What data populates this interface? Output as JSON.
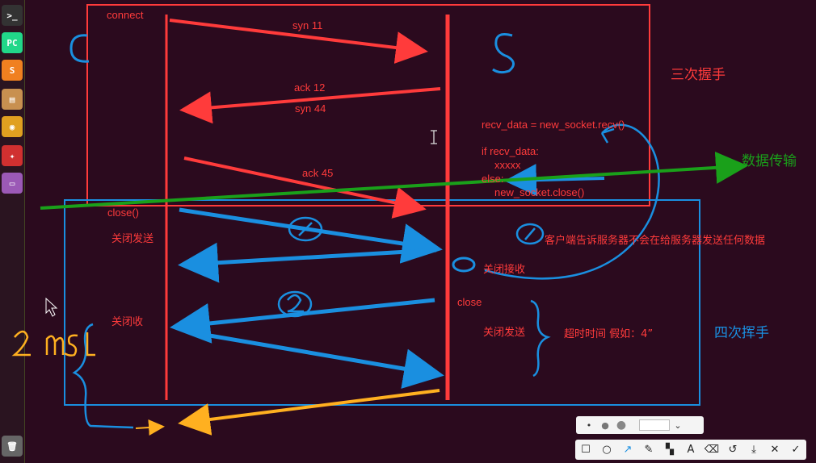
{
  "dock": {
    "items": [
      {
        "icon": "terminal-icon",
        "glyph": ">_",
        "color": "#333333"
      },
      {
        "icon": "pycharm-icon",
        "glyph": "PC",
        "color": "#21d789"
      },
      {
        "icon": "sublime-text-icon",
        "glyph": "S",
        "color": "#f08020"
      },
      {
        "icon": "files-icon",
        "glyph": "▤",
        "color": "#c89050"
      },
      {
        "icon": "chrome-icon",
        "glyph": "◉",
        "color": "#e0a020"
      },
      {
        "icon": "settings-icon",
        "glyph": "✦",
        "color": "#d03030"
      },
      {
        "icon": "window-icon",
        "glyph": "▭",
        "color": "#9b59b6"
      },
      {
        "icon": "trash-icon",
        "glyph": "🗑",
        "color": "#666666"
      }
    ]
  },
  "labels": {
    "connect": "connect",
    "syn11": "syn 11",
    "ack12": "ack 12",
    "syn44": "syn 44",
    "ack45": "ack 45",
    "close_client": "close()",
    "close_server": "close",
    "recv_code": "recv_data = new_socket.recv()",
    "if_recv": "if recv_data:",
    "xxxxx": "xxxxx",
    "else": "else:",
    "new_socket_close": "new_socket.close()",
    "guanbi_fasong_client": "关闭发送",
    "guanbi_shou": "关闭收",
    "guanbi_jieshou": "关闭接收",
    "guanbi_fasong_server": "关闭发送",
    "kehuduan_note": "客户端告诉服务器不会在给服务器发送任何数据",
    "chaoshi": "超时时间 假如：4”",
    "sanci_woshou": "三次握手",
    "sici_huishou": "四次挥手",
    "shuju_chuanshu": "数据传输",
    "client_letter": "C",
    "server_letter": "S",
    "two_msl": "2 MSL"
  },
  "colors": {
    "red": "#ff3b3b",
    "blue": "#1a8fe0",
    "green": "#1aa01a",
    "yellow": "#ffb020"
  },
  "toolbar": {
    "sizes": [
      "small",
      "medium",
      "large"
    ],
    "tools": [
      {
        "icon": "rectangle-icon",
        "glyph": "☐"
      },
      {
        "icon": "ellipse-icon",
        "glyph": "○"
      },
      {
        "icon": "arrow-icon",
        "glyph": "↗"
      },
      {
        "icon": "pen-icon",
        "glyph": "✎"
      },
      {
        "icon": "mosaic-icon",
        "glyph": "▚"
      },
      {
        "icon": "text-icon",
        "glyph": "A"
      },
      {
        "icon": "eraser-icon",
        "glyph": "⌫"
      },
      {
        "icon": "undo-icon",
        "glyph": "↺"
      },
      {
        "icon": "save-icon",
        "glyph": "⤓"
      },
      {
        "icon": "close-icon",
        "glyph": "✕"
      },
      {
        "icon": "confirm-icon",
        "glyph": "✓"
      }
    ]
  }
}
